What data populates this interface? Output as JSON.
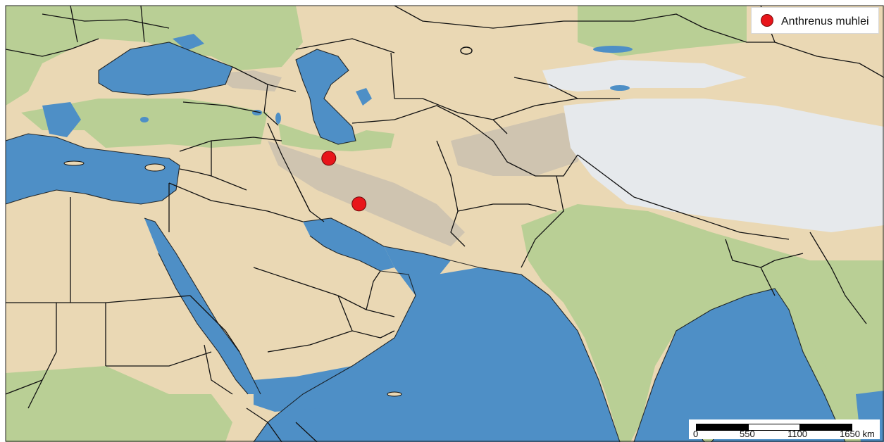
{
  "legend": {
    "label": "Anthrenus muhlei",
    "marker_color": "#e8151b"
  },
  "scale_bar": {
    "ticks": [
      "0",
      "550",
      "1100",
      "1650 km"
    ]
  },
  "points": [
    {
      "lon": 48.0,
      "lat": 32.9
    },
    {
      "lon": 50.8,
      "lat": 28.6
    }
  ],
  "colors": {
    "sea": "#4e8fc6",
    "land": "#ead8b4",
    "vegetation": "#b9cf95",
    "mountain": "#cfc4b0",
    "snow": "#e6e9ec",
    "border": "#111111"
  }
}
